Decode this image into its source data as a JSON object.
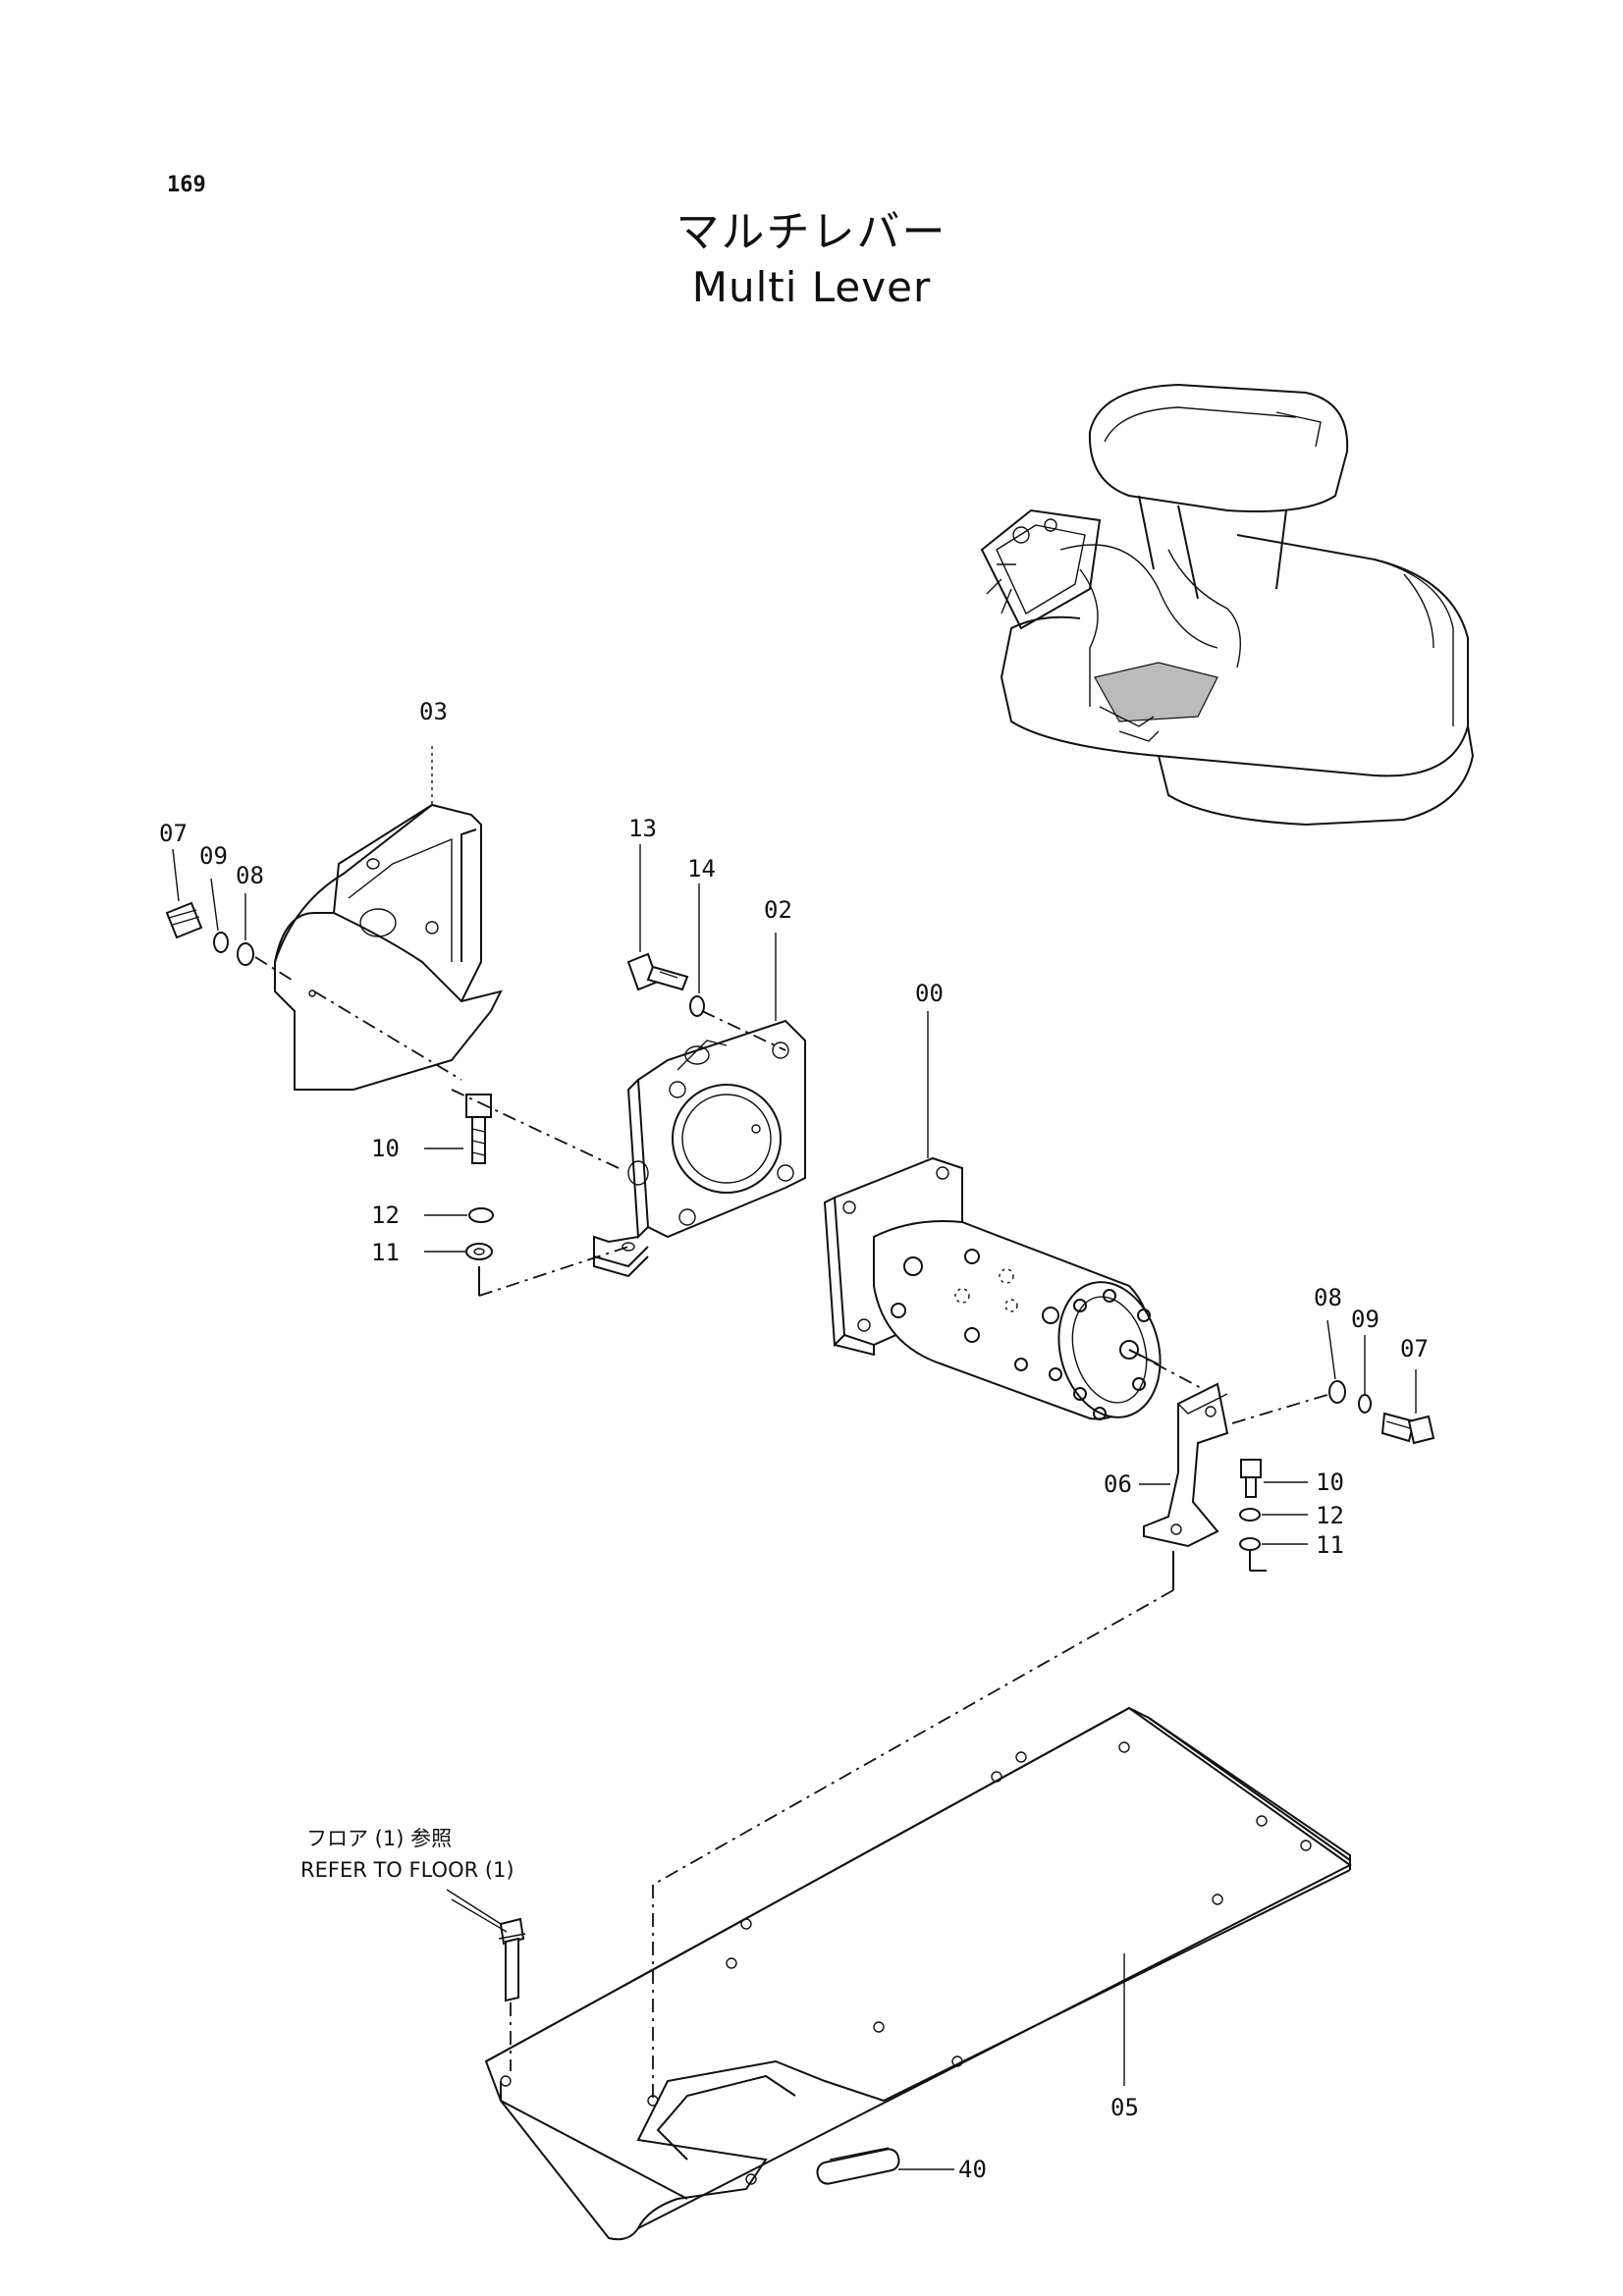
{
  "page_number": "169",
  "title_jp": "マルチレバー",
  "title_en": "Multi Lever",
  "callouts": {
    "p00": "00",
    "p02": "02",
    "p03": "03",
    "p05": "05",
    "p06": "06",
    "p07_left": "07",
    "p07_right": "07",
    "p08_left": "08",
    "p08_right": "08",
    "p09_left": "09",
    "p09_right": "09",
    "p10_left": "10",
    "p10_right": "10",
    "p11_left": "11",
    "p11_right": "11",
    "p12_left": "12",
    "p12_right": "12",
    "p13": "13",
    "p14": "14",
    "p40": "40"
  },
  "reference_note": {
    "jp": "フロア (1) 参照",
    "en": "REFER TO FLOOR (1)"
  }
}
